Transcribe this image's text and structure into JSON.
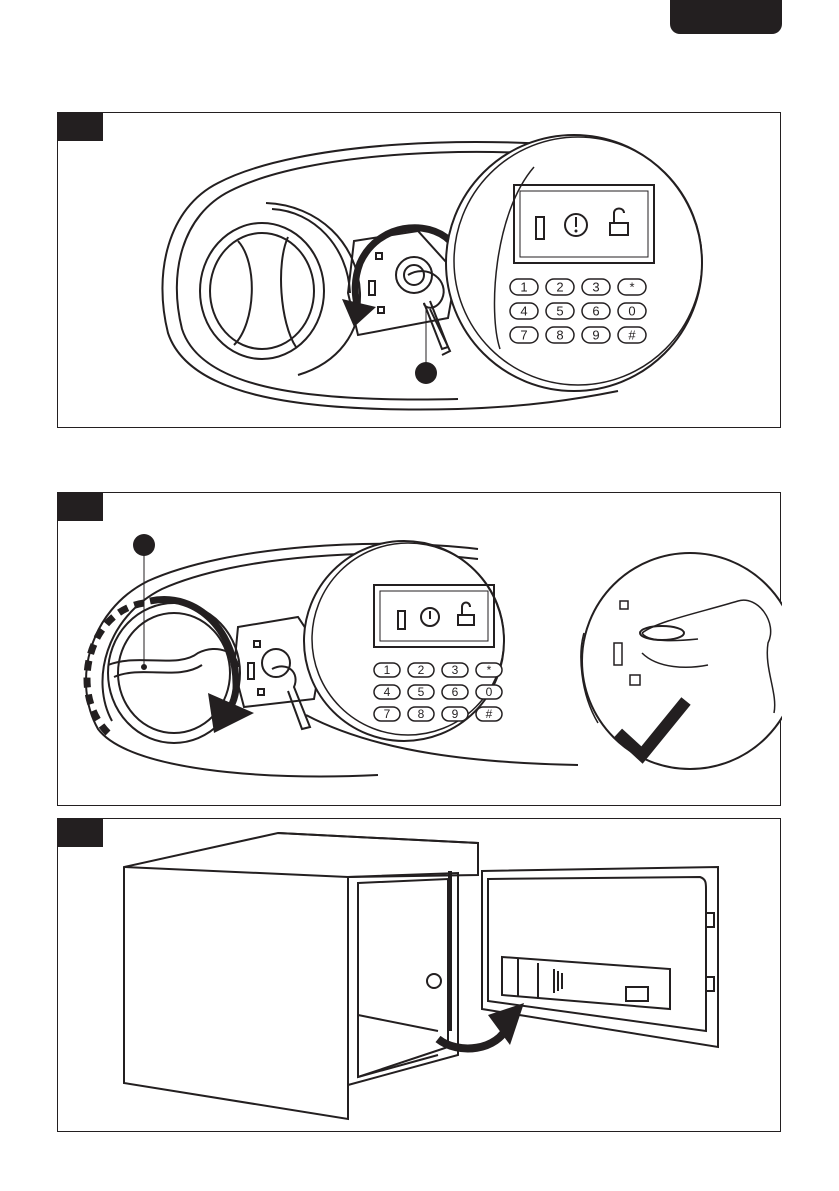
{
  "keypad": {
    "keys": [
      "1",
      "2",
      "3",
      "*",
      "4",
      "5",
      "6",
      "0",
      "7",
      "8",
      "9",
      "#"
    ],
    "display_icons": [
      "battery-icon",
      "warning-icon",
      "unlocked-padlock-icon"
    ]
  },
  "steps": [
    {
      "illustration": "insert-emergency-key-and-turn"
    },
    {
      "illustration": "turn-knob-and-push-button"
    },
    {
      "illustration": "open-safe-door"
    }
  ],
  "colors": {
    "ink": "#231f20",
    "background": "#ffffff"
  }
}
